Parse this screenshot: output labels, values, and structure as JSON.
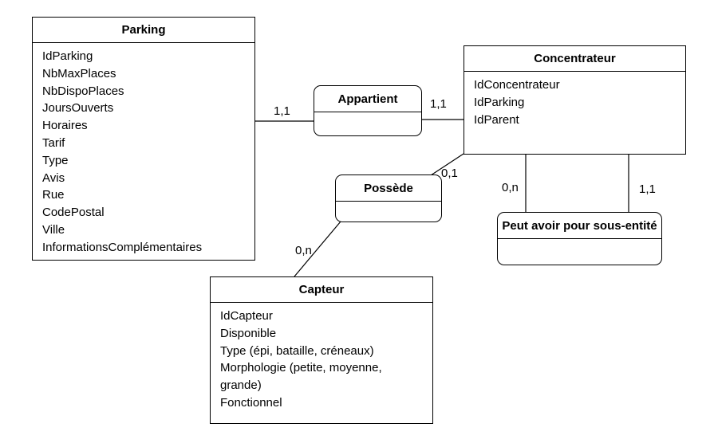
{
  "entities": {
    "parking": {
      "title": "Parking",
      "attributes": [
        "IdParking",
        "NbMaxPlaces",
        "NbDispoPlaces",
        "JoursOuverts",
        "Horaires",
        "Tarif",
        "Type",
        "Avis",
        "Rue",
        "CodePostal",
        "Ville",
        "InformationsComplémentaires"
      ]
    },
    "concentrateur": {
      "title": "Concentrateur",
      "attributes": [
        "IdConcentrateur",
        "IdParking",
        "IdParent"
      ]
    },
    "capteur": {
      "title": "Capteur",
      "attributes": [
        "IdCapteur",
        "Disponible",
        "Type (épi, bataille, créneaux)",
        "Morphologie (petite, moyenne, grande)",
        "Fonctionnel"
      ]
    }
  },
  "relations": {
    "appartient": "Appartient",
    "possede": "Possède",
    "sous_entite": "Peut avoir pour sous-entité"
  },
  "cardinalities": {
    "parking_appartient": "1,1",
    "concentrateur_appartient": "1,1",
    "concentrateur_possede": "0,1",
    "capteur_possede": "0,n",
    "concentrateur_sous_entite_left": "0,n",
    "concentrateur_sous_entite_right": "1,1"
  }
}
